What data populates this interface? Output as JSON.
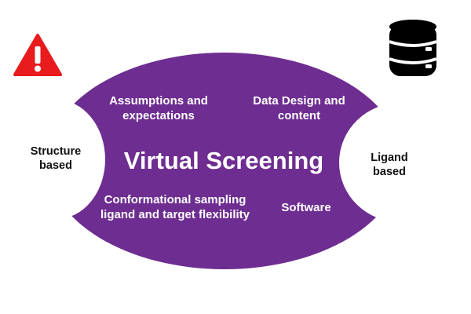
{
  "diagram": {
    "title": "Virtual Screening",
    "inner_topics": [
      {
        "lines": [
          "Assumptions and",
          "expectations"
        ]
      },
      {
        "lines": [
          "Data Design and",
          "content"
        ]
      },
      {
        "lines": [
          "Conformational sampling",
          "ligand and target flexibility"
        ]
      },
      {
        "lines": [
          "Software"
        ]
      }
    ],
    "side_labels": {
      "left": [
        "Structure",
        "based"
      ],
      "right": [
        "Ligand",
        "based"
      ]
    }
  },
  "icons": {
    "warning": "warning-icon",
    "database": "database-icon"
  },
  "colors": {
    "shape_fill": "#6E2D91",
    "warning_red": "#E81C1C",
    "database_black": "#000000",
    "inner_text": "#FFFFFF",
    "outer_text": "#111111"
  }
}
